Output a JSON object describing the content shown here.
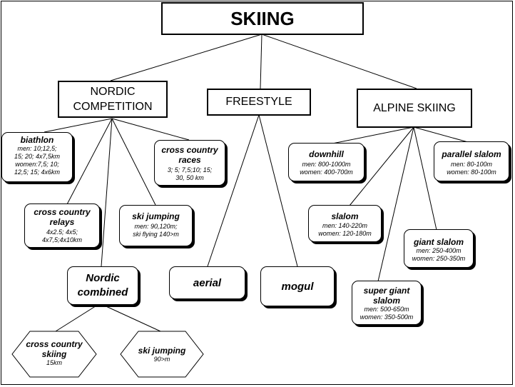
{
  "title": "SKIING",
  "categories": {
    "nordic": "NORDIC\nCOMPETITION",
    "freestyle": "FREESTYLE",
    "alpine": "ALPINE SKIING"
  },
  "nordic_events": {
    "biathlon": {
      "name": "biathlon",
      "details": "men: 10;12,5;\n15; 20; 4x7,5km\nwomen:7,5; 10;\n12,5; 15; 4x6km"
    },
    "cross_country_races": {
      "name": "cross country\nraces",
      "details": "3; 5; 7,5;10; 15;\n30, 50 km"
    },
    "cross_country_relays": {
      "name": "cross country\nrelays",
      "details": "4x2.5; 4x5;\n4x7,5;4x10km"
    },
    "ski_jumping": {
      "name": "ski jumping",
      "details": "men: 90,120m;\nski flying 140>m"
    },
    "nordic_combined": {
      "name": "Nordic\ncombined"
    },
    "combined_cross_country": {
      "name": "cross country\nskiing",
      "details": "15km"
    },
    "combined_ski_jumping": {
      "name": "ski jumping",
      "details": "90>m"
    }
  },
  "freestyle_events": {
    "aerial": "aerial",
    "mogul": "mogul"
  },
  "alpine_events": {
    "downhill": {
      "name": "downhill",
      "details": "men: 800-1000m\nwomen: 400-700m"
    },
    "parallel_slalom": {
      "name": "parallel slalom",
      "details": "men: 80-100m\nwomen: 80-100m"
    },
    "slalom": {
      "name": "slalom",
      "details": "men: 140-220m\nwomen: 120-180m"
    },
    "giant_slalom": {
      "name": "giant slalom",
      "details": "men: 250-400m\nwomen: 250-350m"
    },
    "super_giant_slalom": {
      "name": "super giant\nslalom",
      "details": "men: 500-650m\nwomen: 350-500m"
    }
  }
}
